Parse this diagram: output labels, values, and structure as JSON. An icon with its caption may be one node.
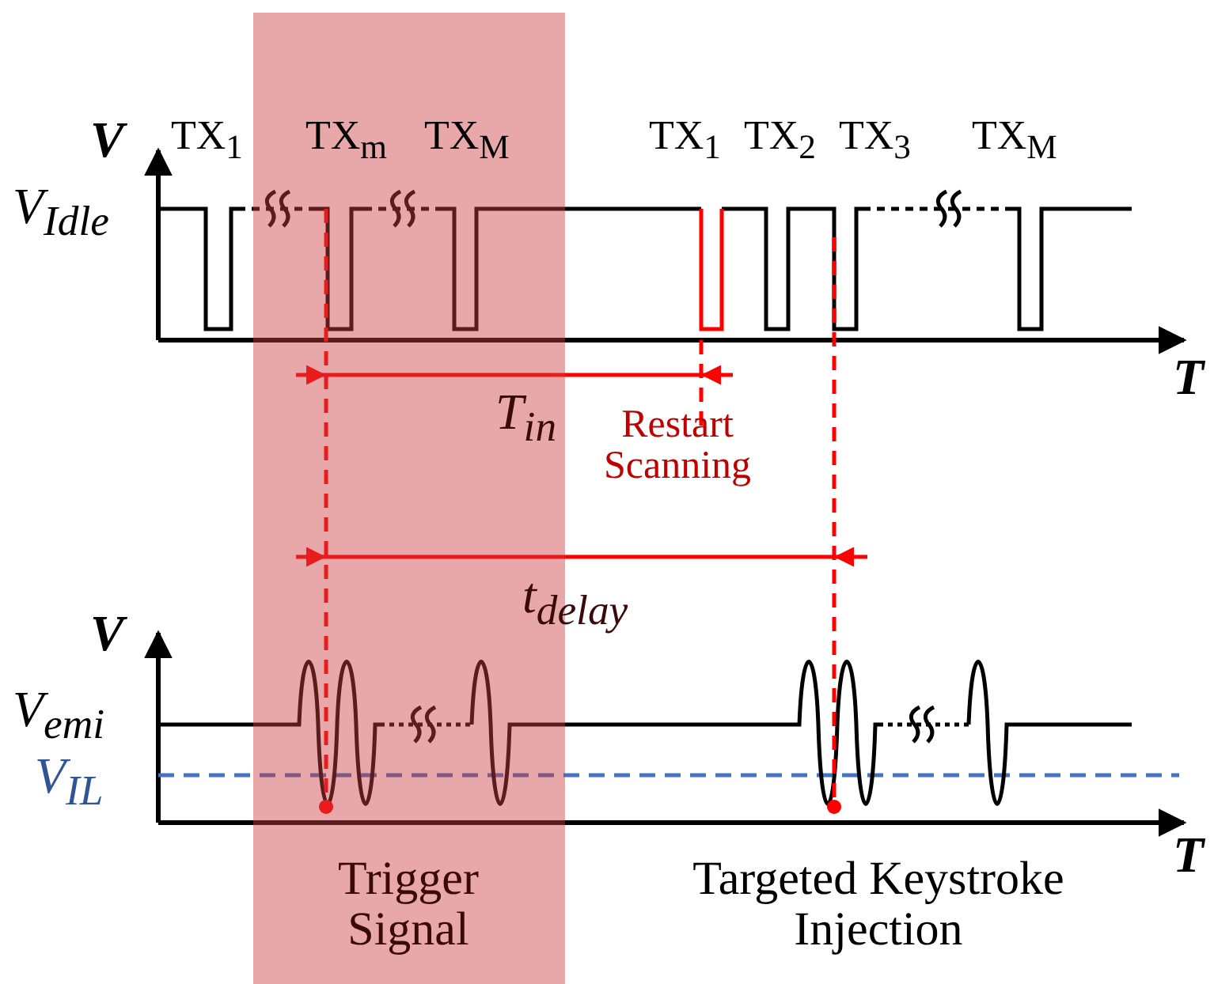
{
  "diagram": {
    "labels": [
      "V",
      "TX$_{1}$",
      "TX$_{m}$",
      "TX$_{M}$",
      "TX$_{1}$",
      "TX$_{2}$",
      "TX$_{3}$",
      "TX$_{M}$",
      "V$_{Idle}$",
      "T",
      "T$_{in}$",
      "Restart Scanning",
      "t$_{delay}$",
      "V",
      "V$_{emi}$",
      "V$_{IL}$",
      "T",
      "Trigger Signal",
      "Targeted Keystroke Injection"
    ]
  }
}
